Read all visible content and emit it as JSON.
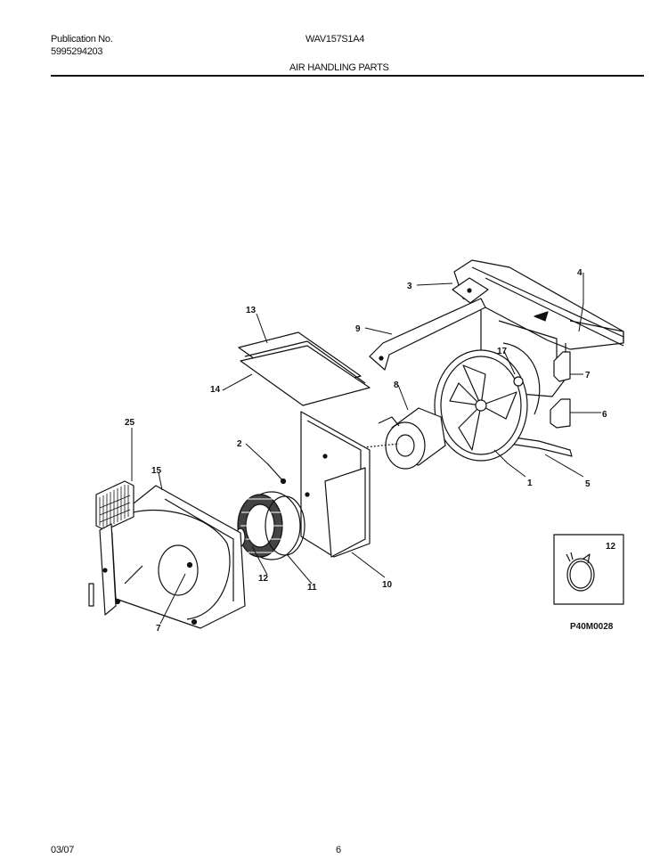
{
  "header": {
    "publication_label": "Publication No.",
    "publication_number": "5995294203",
    "model": "WAV157S1A4",
    "section_title": "AIR HANDLING PARTS"
  },
  "diagram": {
    "callouts": [
      "1",
      "2",
      "3",
      "4",
      "5",
      "6",
      "7",
      "8",
      "9",
      "10",
      "11",
      "12",
      "13",
      "14",
      "15",
      "17",
      "25"
    ],
    "second_callout_7": "7",
    "detail_callout": "12",
    "figure_code": "P40M0028"
  },
  "footer": {
    "date": "03/07",
    "page": "6"
  }
}
